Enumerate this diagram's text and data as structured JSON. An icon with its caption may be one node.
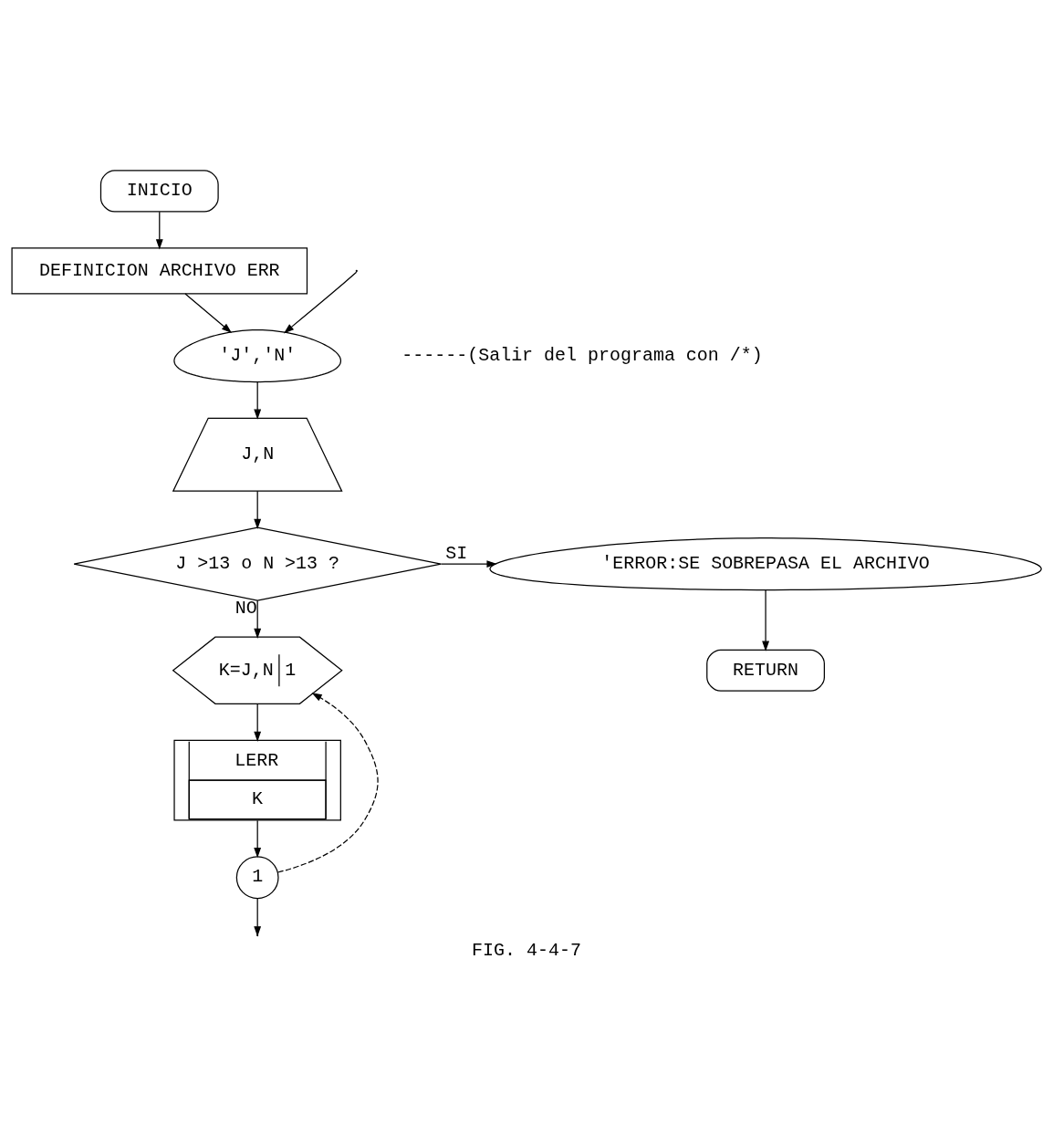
{
  "diagram": {
    "caption": "FIG. 4-4-7",
    "nodes": [
      {
        "text": [
          "INICIO"
        ]
      },
      {
        "text": [
          "DEFINICION ARCHIVO ERR"
        ]
      },
      {
        "text": [
          "'J','N'"
        ],
        "beside": [
          "------(Salir del programa con /*)"
        ]
      },
      {
        "text": [
          "J,N"
        ]
      },
      {
        "text": [
          "J >13 o N >13 ?"
        ]
      },
      {
        "text": [
          "'ERROR:SE SOBREPASA EL ARCHIVO"
        ]
      },
      {
        "text": [
          "RETURN"
        ]
      },
      {
        "text": [
          "K=J,N",
          "1"
        ]
      },
      {
        "text": [
          "LERR",
          "K"
        ]
      },
      {
        "text": [
          "1"
        ]
      }
    ],
    "edges": [
      {
        "from": 0,
        "to": 1,
        "arrow": "to"
      },
      {
        "from": 1,
        "to": 2,
        "arrow": "to"
      },
      {
        "from": 2,
        "to": 3,
        "arrow": "to"
      },
      {
        "from": 3,
        "to": 4,
        "arrow": "to"
      },
      {
        "from": 4,
        "to": 5,
        "label": "SI",
        "arrow": "to"
      },
      {
        "from": 5,
        "to": 6,
        "arrow": "to"
      },
      {
        "from": 4,
        "to": 7,
        "label": "NO",
        "arrow": "to"
      },
      {
        "from": 7,
        "to": 8,
        "arrow": "to"
      },
      {
        "from": 8,
        "to": 9,
        "arrow": "to"
      },
      {
        "from": 9,
        "to": 7,
        "arrow": "to",
        "style": "dashed"
      },
      {
        "from": 9,
        "to": null,
        "arrow": "to"
      },
      {
        "from": null,
        "to": 2,
        "arrow": "to"
      }
    ]
  }
}
